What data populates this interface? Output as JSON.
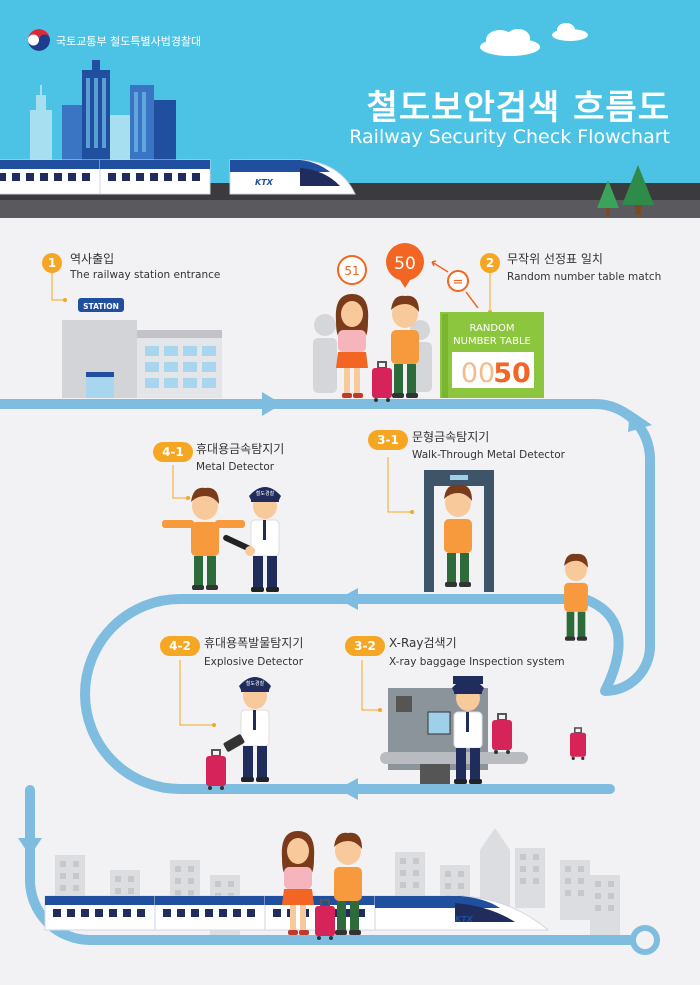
{
  "header": {
    "ministry": "국토교통부  철도특별사법경찰대",
    "title_ko": "철도보안검색 흐름도",
    "title_en": "Railway Security Check Flowchart",
    "train_logo": "KTX"
  },
  "steps": [
    {
      "badge": "1",
      "ko": "역사출입",
      "en": "The railway station entrance",
      "sign": "STATION"
    },
    {
      "badge": "2",
      "ko": "무작위 선정표 일치",
      "en": "Random number table match"
    },
    {
      "badge": "3-1",
      "ko": "문형금속탐지기",
      "en": "Walk-Through Metal Detector"
    },
    {
      "badge": "4-1",
      "ko": "휴대용금속탐지기",
      "en": "Metal Detector"
    },
    {
      "badge": "3-2",
      "ko": "X-Ray검색기",
      "en": "X-ray baggage Inspection system"
    },
    {
      "badge": "4-2",
      "ko": "휴대용폭발물탐지기",
      "en": "Explosive Detector"
    }
  ],
  "random_table": {
    "title_line1": "RANDOM",
    "title_line2": "NUMBER TABLE",
    "digits_a": "00",
    "digits_b": "50",
    "bubble_a": "51",
    "bubble_b": "50",
    "equals": "="
  },
  "officer_cap": "철도경찰",
  "icons": [
    "ministry-emblem-icon",
    "cloud-icon",
    "building-icon",
    "train-icon",
    "tree-icon",
    "arrow-right-icon",
    "arrow-left-icon",
    "arrow-down-icon",
    "person-icon",
    "officer-icon",
    "suitcase-icon",
    "metal-detector-gate-icon",
    "xray-scanner-icon",
    "wand-icon"
  ],
  "colors": {
    "sky": "#4cc3e4",
    "path": "#7fbde0",
    "badge": "#f5a623",
    "table_green": "#8cc63f",
    "number_orange": "#f26522",
    "shirt_orange": "#f79a3e",
    "pants_green": "#2e6b3a",
    "navy": "#1f2c5c",
    "suitcase": "#d6245a"
  }
}
